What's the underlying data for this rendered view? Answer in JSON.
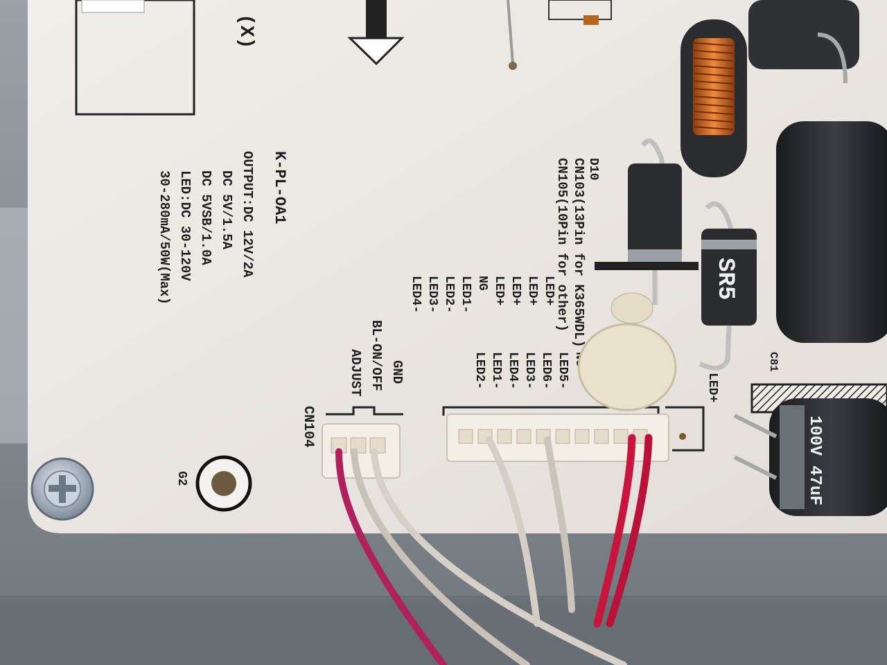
{
  "board": {
    "model": "K-PL-OA1",
    "specs": [
      "OUTPUT:DC 12V/2A",
      "DC 5V/1.5A",
      "DC 5VSB/1.0A",
      "LED:DC 30-120V",
      "30-280mA/50W(Max)"
    ],
    "top_mark": "(X)",
    "ground_label": "G2"
  },
  "cn104": {
    "name": "CN104",
    "pins": [
      "GND",
      "BL-ON/OFF",
      "ADJUST"
    ]
  },
  "cn103_105": {
    "header_1": "CN103(13Pin for K365WDL)",
    "header_2": "CN105(10Pin for other)",
    "col_a": [
      "LED+",
      "LED+",
      "LED+",
      "LED+",
      "NG",
      "LED1-",
      "LED2-",
      "LED3-",
      "LED4-"
    ],
    "col_b": [
      "NG",
      "LED5-",
      "LED6-",
      "LED3-",
      "LED4-",
      "LED1-",
      "LED2-"
    ]
  },
  "components": {
    "diode_label": "D10",
    "diode_marking": "SR5",
    "cap_label": "C81",
    "cap_marking": "100V 47uF",
    "led_plus_label": "LED+"
  }
}
